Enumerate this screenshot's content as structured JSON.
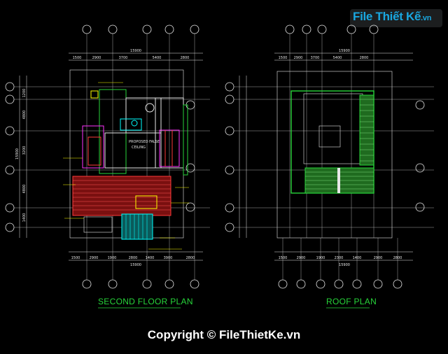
{
  "watermark": {
    "logo_text": "File Thiết Kế",
    "logo_tld": ".vn"
  },
  "plans": {
    "second_floor": {
      "title": "SECOND FLOOR PLAN",
      "top_dims": [
        "1500",
        "2900",
        "3700",
        "5400",
        "2800"
      ],
      "top_total": "15900",
      "bottom_dims": [
        "1500",
        "2900",
        "1900",
        "2800",
        "1400",
        "3900",
        "2800"
      ],
      "bottom_total": "15900",
      "left_dims": [
        "1200",
        "4800",
        "3200",
        "4800",
        "1400"
      ],
      "left_total": "15900"
    },
    "roof": {
      "title": "ROOF PLAN",
      "top_dims": [
        "1500",
        "2900",
        "3700",
        "5400",
        "2800"
      ],
      "top_total": "15900",
      "bottom_dims": [
        "1500",
        "2900",
        "1900",
        "2300",
        "1400",
        "2900",
        "2800"
      ],
      "bottom_total": "15900"
    }
  },
  "copyright": "Copyright © FileThietKe.vn",
  "colors": {
    "green": "#27d53a",
    "white": "#e8e8e8",
    "red": "#ff3a3a",
    "cyan": "#00ffff",
    "magenta": "#ff33ff",
    "yellow": "#ffff00",
    "logo_blue": "#19a7e0"
  }
}
